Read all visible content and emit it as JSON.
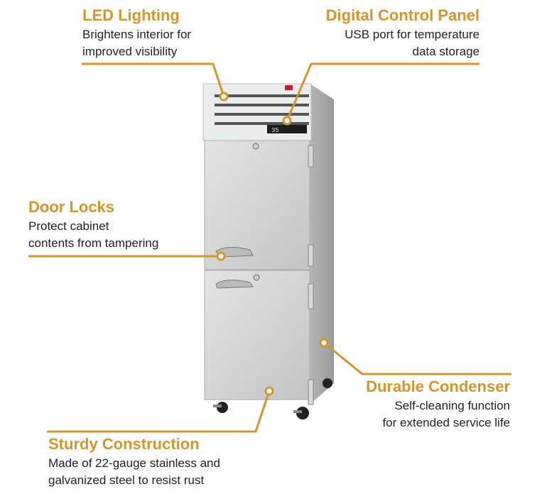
{
  "accent_color": "#d3952c",
  "product": {
    "display_reading": "35"
  },
  "callouts": [
    {
      "title": "LED Lighting",
      "lines": [
        "Brightens interior for",
        "improved visibility"
      ]
    },
    {
      "title": "Digital Control Panel",
      "lines": [
        "USB port for temperature",
        "data storage"
      ]
    },
    {
      "title": "Door Locks",
      "lines": [
        "Protect cabinet",
        "contents from tampering"
      ]
    },
    {
      "title": "Durable Condenser",
      "lines": [
        "Self-cleaning function",
        "for extended service life"
      ]
    },
    {
      "title": "Sturdy Construction",
      "lines": [
        "Made of 22-gauge stainless and",
        "galvanized steel to resist rust"
      ]
    }
  ]
}
